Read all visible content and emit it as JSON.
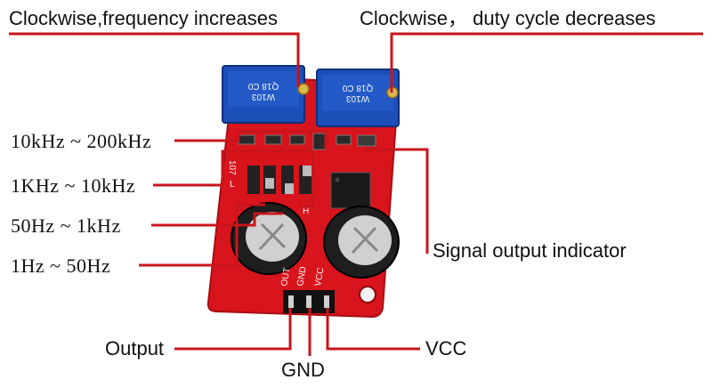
{
  "labels": {
    "freq_pot": "Clockwise,frequency increases",
    "duty_pot": "Clockwise， duty cycle decreases",
    "range_10k_200k": "10kHz ~ 200kHz",
    "range_1k_10k": "1KHz ~ 10kHz",
    "range_50_1k": "50Hz ~ 1kHz",
    "range_1_50": "1Hz ~ 50Hz",
    "signal_indicator": "Signal output indicator",
    "output": "Output",
    "gnd": "GND",
    "vcc": "VCC"
  },
  "board": {
    "pot_marking": "W103",
    "pot_code": "Q18 C0",
    "pin_out": "OUT",
    "pin_gnd": "GND",
    "pin_vcc": "VCC",
    "silk_107": "107",
    "silk_l": "L",
    "silk_h": "H"
  },
  "colors": {
    "board": "#d8141c",
    "leader_line": "#c8151d",
    "pot_body": "#1d4fb8",
    "background": "#ffffff"
  }
}
